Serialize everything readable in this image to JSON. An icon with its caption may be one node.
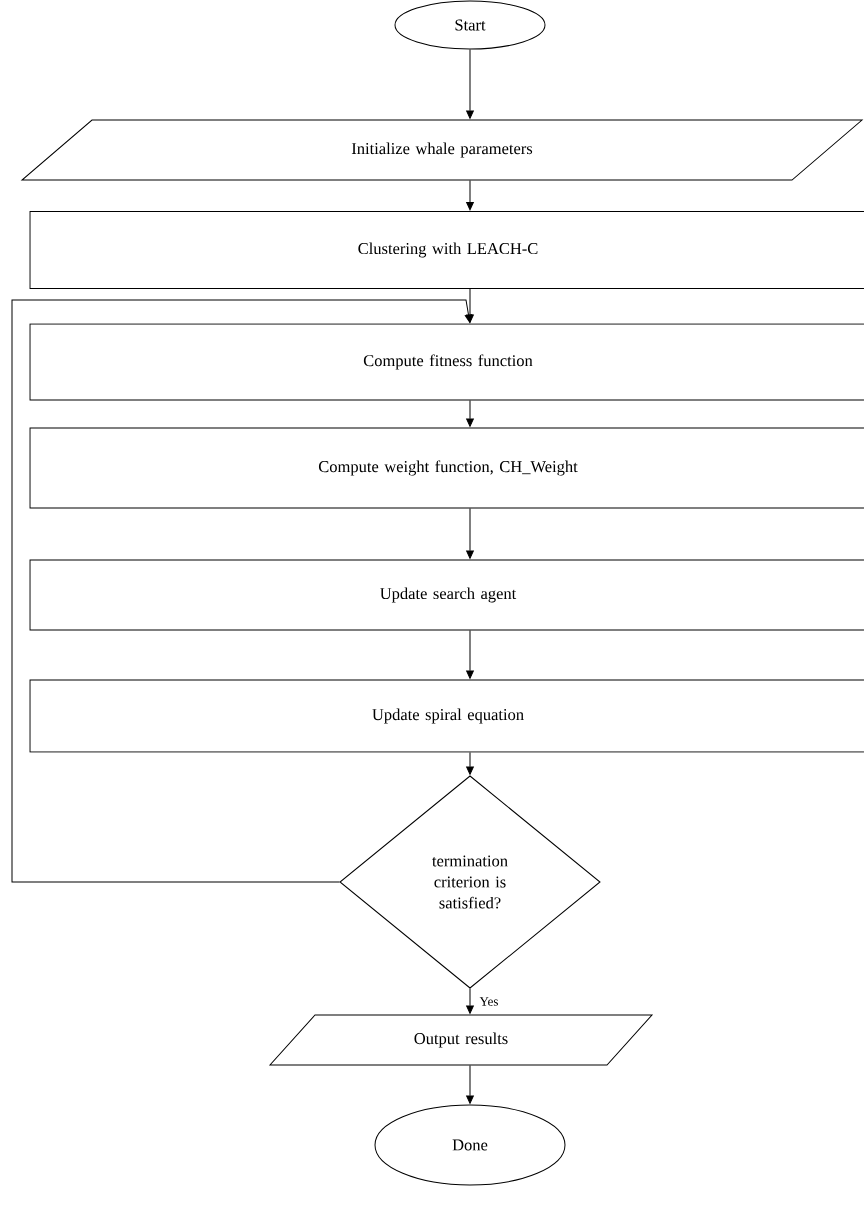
{
  "diagram": {
    "nodes": [
      {
        "text": [
          "Start"
        ]
      },
      {
        "text": [
          "Initialize whale parameters"
        ]
      },
      {
        "text": [
          "Clustering with LEACH-C"
        ]
      },
      {
        "text": [
          "Compute fitness function"
        ]
      },
      {
        "text": [
          "Compute weight function, CH_Weight"
        ]
      },
      {
        "text": [
          "Update search agent"
        ]
      },
      {
        "text": [
          "Update spiral equation"
        ]
      },
      {
        "text": [
          "termination criterion is satisfied?"
        ]
      },
      {
        "text": [
          "Output results"
        ]
      },
      {
        "text": [
          "Done"
        ]
      }
    ],
    "edges": [
      {
        "from": 0,
        "to": 1,
        "arrow": "to"
      },
      {
        "from": 1,
        "to": 2,
        "arrow": "to"
      },
      {
        "from": 2,
        "to": 3,
        "arrow": "to"
      },
      {
        "from": 7,
        "to": 3,
        "arrow": "to"
      },
      {
        "from": 3,
        "to": 4,
        "arrow": "to"
      },
      {
        "from": 4,
        "to": 5,
        "arrow": "to"
      },
      {
        "from": 5,
        "to": 6,
        "arrow": "to"
      },
      {
        "from": 6,
        "to": 7,
        "arrow": "to"
      },
      {
        "from": 7,
        "to": 8,
        "arrow": "to",
        "label": "Yes"
      },
      {
        "from": 8,
        "to": 9,
        "arrow": "to"
      }
    ]
  }
}
